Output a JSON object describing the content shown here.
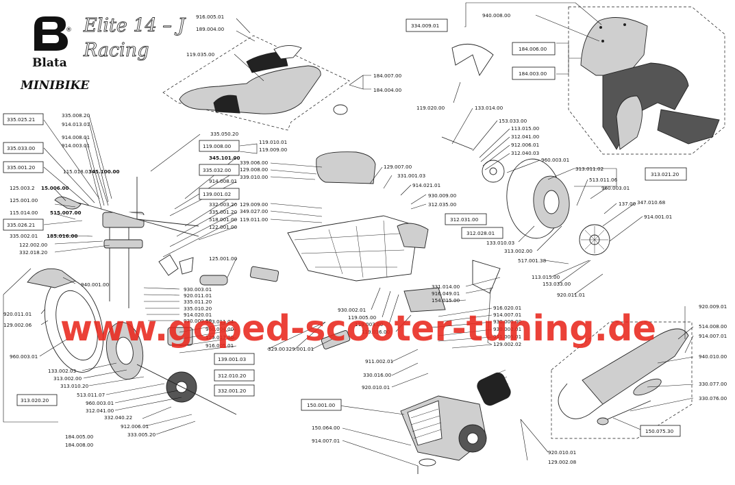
{
  "brand": {
    "name": "Blata",
    "registered_mark": "®",
    "model_line1": "Elite 14 – J",
    "model_line2": "Racing",
    "category": "MINIBIKE"
  },
  "watermark": "www.goped-scooter-tuning.de",
  "labels": [
    {
      "id": "p01",
      "text": "916.005.01"
    },
    {
      "id": "p02",
      "text": "189.004.00"
    },
    {
      "id": "p03",
      "text": "119.035.00"
    },
    {
      "id": "p04",
      "text": "184.007.00"
    },
    {
      "id": "p05",
      "text": "184.004.00"
    },
    {
      "id": "p06",
      "text": "335.008.20"
    },
    {
      "id": "p07",
      "text": "914.013.01"
    },
    {
      "id": "p08",
      "text": "914.008.01"
    },
    {
      "id": "p09",
      "text": "914.003.01"
    },
    {
      "id": "p10",
      "text": "115.018.0"
    },
    {
      "id": "p11",
      "text": "345.100.00",
      "bold": true
    },
    {
      "id": "p12",
      "text": "125.003.2"
    },
    {
      "id": "p13",
      "text": "15.006.00",
      "bold": true
    },
    {
      "id": "p14",
      "text": "125.001.00"
    },
    {
      "id": "p15",
      "text": "115.014.00"
    },
    {
      "id": "p16",
      "text": "515.007.00",
      "bold": true
    },
    {
      "id": "p17",
      "text": "335.002.01"
    },
    {
      "id": "p18",
      "text": "185.016.00",
      "bold": true
    },
    {
      "id": "p19",
      "text": "122.002.00"
    },
    {
      "id": "p20",
      "text": "332.018.20"
    },
    {
      "id": "p21",
      "text": "335.050.20"
    },
    {
      "id": "p22",
      "text": "119.010.01"
    },
    {
      "id": "p23",
      "text": "119.009.00"
    },
    {
      "id": "p24",
      "text": "345.101.00",
      "bold": true
    },
    {
      "id": "p25",
      "text": "914.008.01"
    },
    {
      "id": "p26",
      "text": "332.003.20"
    },
    {
      "id": "p27",
      "text": "335.001.20"
    },
    {
      "id": "p28",
      "text": "518.001.00"
    },
    {
      "id": "p29",
      "text": "122.001.00"
    },
    {
      "id": "p30",
      "text": "125.001.00"
    },
    {
      "id": "p31",
      "text": "930.003.01"
    },
    {
      "id": "p32",
      "text": "920.011.01"
    },
    {
      "id": "p33",
      "text": "335.011.20"
    },
    {
      "id": "p34",
      "text": "335.010.20"
    },
    {
      "id": "p35",
      "text": "914.020.01"
    },
    {
      "id": "p36",
      "text": "930.009.00"
    },
    {
      "id": "p37",
      "text": "940.001.00"
    },
    {
      "id": "p38",
      "text": "339.006.00"
    },
    {
      "id": "p39",
      "text": "129.008.00"
    },
    {
      "id": "p40",
      "text": "339.010.00"
    },
    {
      "id": "p41",
      "text": "129.007.00"
    },
    {
      "id": "p42",
      "text": "331.001.03"
    },
    {
      "id": "p43",
      "text": "914.021.01"
    },
    {
      "id": "p44",
      "text": "930.009.00"
    },
    {
      "id": "p45",
      "text": "312.035.00"
    },
    {
      "id": "p46",
      "text": "129.009.00"
    },
    {
      "id": "p47",
      "text": "349.027.00"
    },
    {
      "id": "p48",
      "text": "119.011.00"
    },
    {
      "id": "p49",
      "text": "119.020.00"
    },
    {
      "id": "p50",
      "text": "133.014.00"
    },
    {
      "id": "p51",
      "text": "153.033.00"
    },
    {
      "id": "p52",
      "text": "113.015.00"
    },
    {
      "id": "p53",
      "text": "312.041.00"
    },
    {
      "id": "p54",
      "text": "912.006.01"
    },
    {
      "id": "p55",
      "text": "312.040.03"
    },
    {
      "id": "p56",
      "text": "960.003.01"
    },
    {
      "id": "p57",
      "text": "313.011.02"
    },
    {
      "id": "p58",
      "text": "513.011.06"
    },
    {
      "id": "p59",
      "text": "960.003.01"
    },
    {
      "id": "p60",
      "text": "137.00"
    },
    {
      "id": "p61",
      "text": "347.010.68"
    },
    {
      "id": "p62",
      "text": "914.001.01"
    },
    {
      "id": "p63",
      "text": "133.010.03"
    },
    {
      "id": "p64",
      "text": "313.002.00"
    },
    {
      "id": "p65",
      "text": "517.001.38"
    },
    {
      "id": "p66",
      "text": "113.015.00"
    },
    {
      "id": "p67",
      "text": "153.033.00"
    },
    {
      "id": "p68",
      "text": "920.011.01"
    },
    {
      "id": "p69",
      "text": "331.014.00"
    },
    {
      "id": "p70",
      "text": "916.049.01"
    },
    {
      "id": "p71",
      "text": "154.015.00"
    },
    {
      "id": "p72",
      "text": "930.002.01"
    },
    {
      "id": "p73",
      "text": "119.005.00"
    },
    {
      "id": "p74",
      "text": "119.003.00"
    },
    {
      "id": "p75",
      "text": "119.036.00"
    },
    {
      "id": "p76",
      "text": "916.020.01"
    },
    {
      "id": "p77",
      "text": "914.007.01"
    },
    {
      "id": "p78",
      "text": "930.009.00"
    },
    {
      "id": "p79",
      "text": "930.002.01"
    },
    {
      "id": "p80",
      "text": "911.005.01"
    },
    {
      "id": "p81",
      "text": "129.002.02"
    },
    {
      "id": "p82",
      "text": "513.011.04"
    },
    {
      "id": "p83",
      "text": "960.004.00"
    },
    {
      "id": "p84",
      "text": "129.017.00"
    },
    {
      "id": "p85",
      "text": "916.005.01"
    },
    {
      "id": "p86",
      "text": "329.00"
    },
    {
      "id": "p87",
      "text": "329.001.01"
    },
    {
      "id": "p88",
      "text": "911.002.01"
    },
    {
      "id": "p89",
      "text": "330.016.00"
    },
    {
      "id": "p90",
      "text": "920.010.01"
    },
    {
      "id": "p91",
      "text": "920.011.01"
    },
    {
      "id": "p92",
      "text": "129.002.06"
    },
    {
      "id": "p93",
      "text": "960.003.01"
    },
    {
      "id": "p94",
      "text": "133.002.03"
    },
    {
      "id": "p95",
      "text": "313.002.00"
    },
    {
      "id": "p96",
      "text": "313.010.20"
    },
    {
      "id": "p97",
      "text": "513.011.07"
    },
    {
      "id": "p98",
      "text": "960.003.01"
    },
    {
      "id": "p99",
      "text": "312.041.00"
    },
    {
      "id": "p100",
      "text": "332.040.22"
    },
    {
      "id": "p101",
      "text": "912.006.01"
    },
    {
      "id": "p102",
      "text": "333.005.20"
    },
    {
      "id": "p103",
      "text": "184.005.00"
    },
    {
      "id": "p104",
      "text": "184.008.00"
    },
    {
      "id": "p105",
      "text": "150.064.00"
    },
    {
      "id": "p106",
      "text": "914.007.01"
    },
    {
      "id": "p107",
      "text": "920.010.01"
    },
    {
      "id": "p108",
      "text": "129.002.08"
    },
    {
      "id": "p109",
      "text": "920.009.01"
    },
    {
      "id": "p110",
      "text": "514.008.00"
    },
    {
      "id": "p111",
      "text": "914.007.01"
    },
    {
      "id": "p112",
      "text": "940.010.00"
    },
    {
      "id": "p113",
      "text": "330.077.00"
    },
    {
      "id": "p114",
      "text": "330.076.00"
    },
    {
      "id": "p115",
      "text": "940.008.00"
    }
  ],
  "boxed_labels": [
    {
      "id": "b01",
      "text": "335.025.21"
    },
    {
      "id": "b02",
      "text": "335.033.00"
    },
    {
      "id": "b03",
      "text": "335.001.20"
    },
    {
      "id": "b04",
      "text": "335.026.21"
    },
    {
      "id": "b05",
      "text": "119.008.00"
    },
    {
      "id": "b06",
      "text": "335.032.00"
    },
    {
      "id": "b07",
      "text": "139.001.02"
    },
    {
      "id": "b08",
      "text": "334.009.01"
    },
    {
      "id": "b09",
      "text": "184.006.00"
    },
    {
      "id": "b10",
      "text": "184.003.00"
    },
    {
      "id": "b11",
      "text": "313.021.20"
    },
    {
      "id": "b12",
      "text": "312.031.00"
    },
    {
      "id": "b13",
      "text": "312.028.01"
    },
    {
      "id": "b14",
      "text": "139.001.03"
    },
    {
      "id": "b15",
      "text": "312.010.20"
    },
    {
      "id": "b16",
      "text": "332.001.20"
    },
    {
      "id": "b17",
      "text": "313.020.20"
    },
    {
      "id": "b18",
      "text": "150.001.00"
    },
    {
      "id": "b19",
      "text": "150.075.30"
    }
  ]
}
